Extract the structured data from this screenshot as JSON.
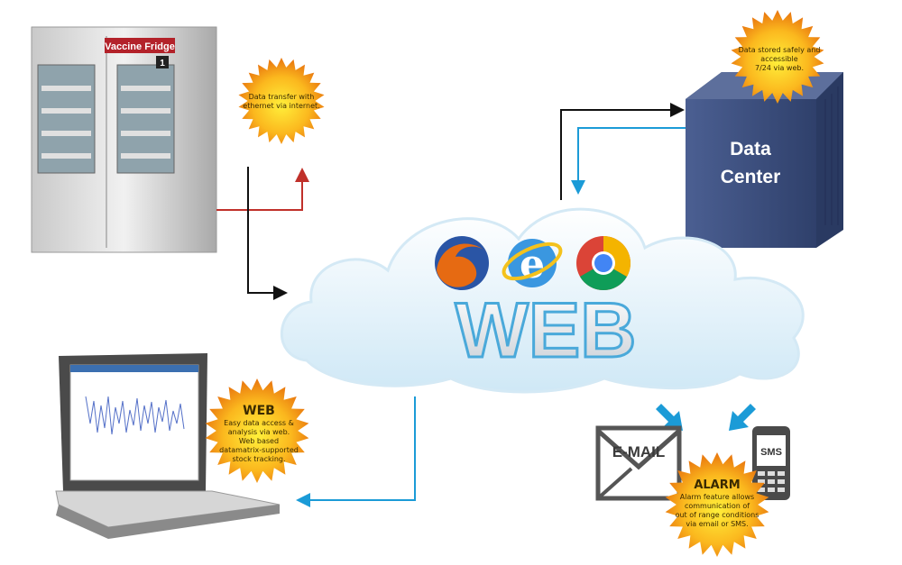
{
  "fridge": {
    "label": "Vaccine Fridge",
    "number": "1"
  },
  "transfer_burst": {
    "lines": [
      "Data transfer with",
      "ethernet via internet."
    ]
  },
  "datacenter_burst": {
    "lines": [
      "Data stored safely and",
      "accessible",
      "7/24 via web."
    ]
  },
  "server": {
    "lines": [
      "Data",
      "Center"
    ]
  },
  "cloud": {
    "title": "WEB",
    "browsers": [
      "firefox-icon",
      "internet-explorer-icon",
      "chrome-icon"
    ]
  },
  "web_burst": {
    "title": "WEB",
    "lines": [
      "Easy data access &",
      "analysis via web.",
      "Web based",
      "datamatrix-supported",
      "stock tracking."
    ]
  },
  "email": {
    "label": "E-MAIL"
  },
  "sms": {
    "label": "SMS"
  },
  "alarm_burst": {
    "title": "ALARM",
    "lines": [
      "Alarm feature allows",
      "communication of",
      "out of range conditions",
      "via email or SMS."
    ]
  },
  "colors": {
    "red_arrow": "#c0302a",
    "black_arrow": "#111111",
    "blue_arrow": "#1b9bd7",
    "burst": "#f7a81b",
    "server": "#3b4f7f"
  }
}
